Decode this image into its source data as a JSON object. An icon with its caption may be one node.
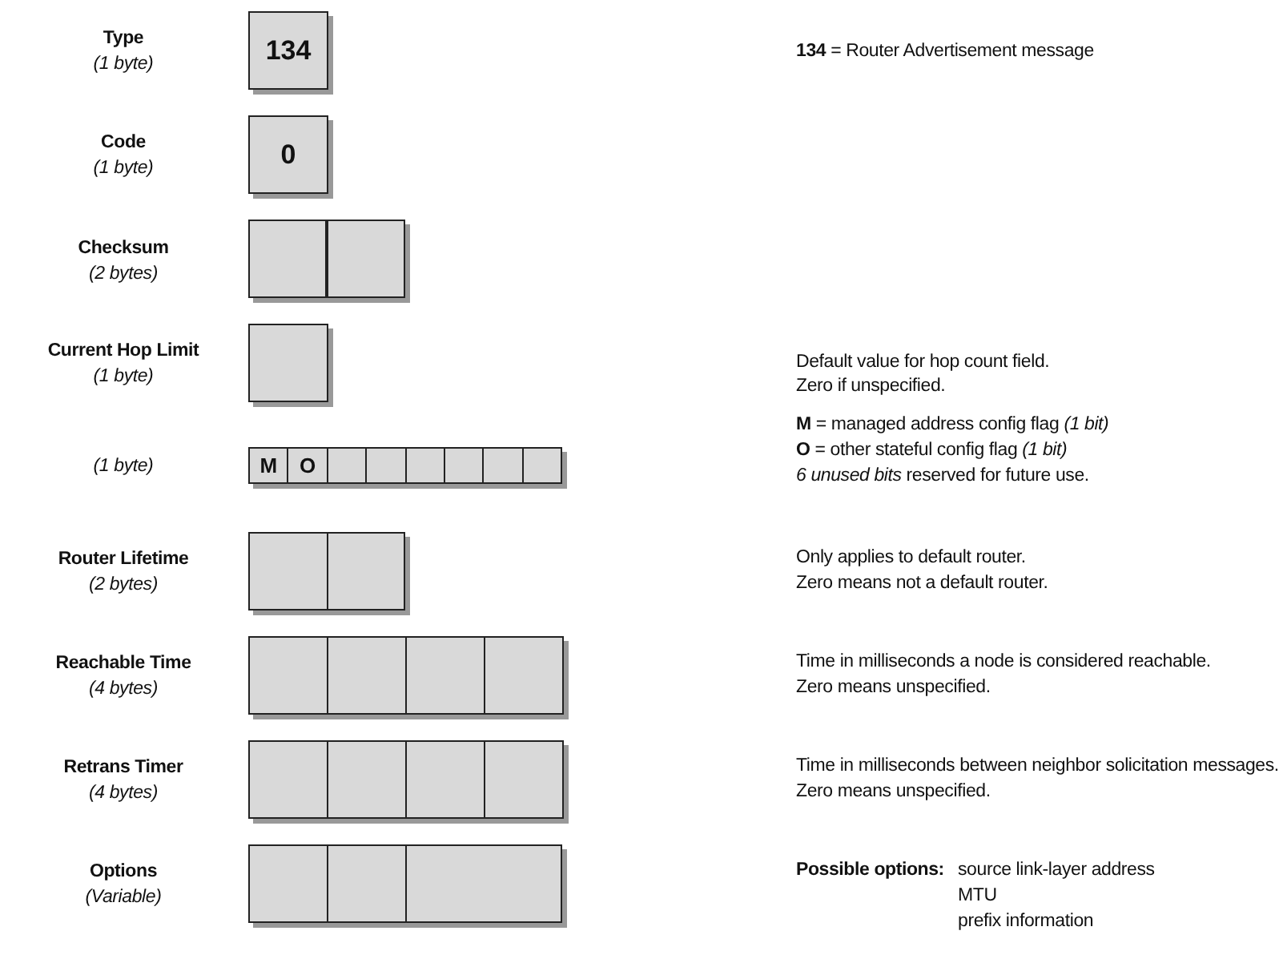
{
  "diagram": {
    "nodes": [
      {
        "text": [
          "134"
        ]
      },
      {
        "text": [
          "0"
        ]
      },
      {
        "text": [],
        "shape": "box"
      },
      {
        "text": [],
        "shape": "box"
      },
      {
        "text": [],
        "shape": "box"
      },
      {
        "text": [
          "M"
        ]
      },
      {
        "text": [
          "O"
        ]
      },
      {
        "text": [],
        "shape": "box"
      },
      {
        "text": [],
        "shape": "box"
      },
      {
        "text": [],
        "shape": "box"
      },
      {
        "text": [],
        "shape": "box"
      },
      {
        "text": [],
        "shape": "box"
      },
      {
        "text": [],
        "shape": "box"
      },
      {
        "text": [],
        "shape": "box"
      },
      {
        "text": [],
        "shape": "box"
      },
      {
        "text": [],
        "shape": "box"
      },
      {
        "text": [],
        "shape": "box"
      },
      {
        "text": [],
        "shape": "box"
      },
      {
        "text": [],
        "shape": "box"
      },
      {
        "text": [],
        "shape": "box"
      },
      {
        "text": [],
        "shape": "box"
      },
      {
        "text": [],
        "shape": "box"
      },
      {
        "text": [],
        "shape": "box"
      },
      {
        "text": [],
        "shape": "box"
      },
      {
        "text": [],
        "shape": "box"
      },
      {
        "text": [],
        "shape": "box"
      }
    ],
    "labels": [
      "Type",
      "(1 byte)",
      "**134** = Router Advertisement message",
      "Code",
      "(1 byte)",
      "Checksum",
      "(2 bytes)",
      "Current Hop Limit",
      "(1 byte)",
      "Default value for hop count field.",
      "Zero if unspecified.",
      "(1 byte)",
      "**M** = managed address config flag *(1 bit)*",
      "**O** = other stateful config flag *(1 bit)*",
      "*6 unused bits* reserved for future use.",
      "Router Lifetime",
      "(2 bytes)",
      "Only applies to default router.",
      "Zero means not a default router.",
      "Reachable Time",
      "(4 bytes)",
      "Time in milliseconds a node is considered reachable.",
      "Zero means unspecified.",
      "Retrans Timer",
      "(4 bytes)",
      "Time in milliseconds between neighbor solicitation messages.",
      "Zero means unspecified.",
      "Options",
      "(Variable)",
      "Possible options:",
      "source link-layer address",
      "MTU",
      "prefix information"
    ]
  }
}
